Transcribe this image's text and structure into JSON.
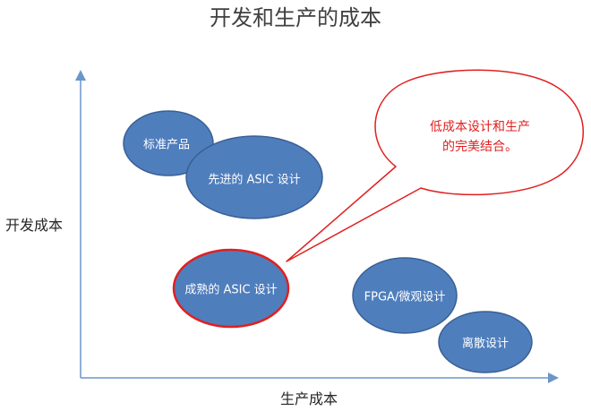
{
  "title": "开发和生产的成本",
  "axes": {
    "y_label": "开发成本",
    "x_label": "生产成本"
  },
  "bubbles": [
    {
      "id": "standard",
      "label": "标准产品",
      "highlight": false
    },
    {
      "id": "advanced",
      "label": "先进的 ASIC 设计",
      "highlight": false
    },
    {
      "id": "mature",
      "label": "成熟的 ASIC 设计",
      "highlight": true
    },
    {
      "id": "fpga",
      "label": "FPGA/微观设计",
      "highlight": false
    },
    {
      "id": "discrete",
      "label": "离散设计",
      "highlight": false
    }
  ],
  "callout": {
    "line1": "低成本设计和生产",
    "line2": "的完美结合。"
  },
  "colors": {
    "bubble_fill": "#4f7ebd",
    "bubble_stroke": "#3a5f94",
    "highlight_stroke": "#e02020",
    "axis": "#6a96c8",
    "callout_stroke": "#e02020"
  }
}
